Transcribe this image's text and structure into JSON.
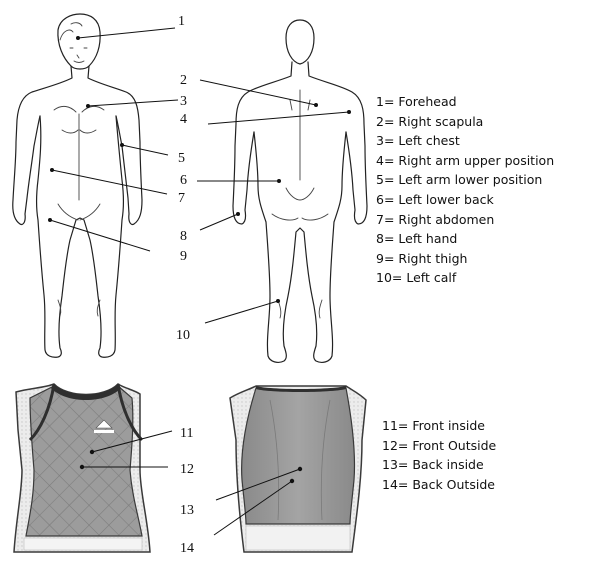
{
  "diagram_labels": {
    "body": [
      "1",
      "2",
      "3",
      "4",
      "5",
      "6",
      "7",
      "8",
      "9",
      "10"
    ],
    "vest": [
      "11",
      "12",
      "13",
      "14"
    ]
  },
  "legend_body": [
    "1= Forehead",
    "2= Right scapula",
    "3= Left chest",
    "4= Right arm upper position",
    "5= Left arm lower position",
    "6= Left lower back",
    "7= Right abdomen",
    "8= Left hand",
    "9= Right thigh",
    "10= Left calf"
  ],
  "legend_vest": [
    "11= Front inside",
    "12= Front Outside",
    "13= Back inside",
    "14= Back Outside"
  ],
  "colors": {
    "vest_fabric": "#9a9a9a",
    "vest_mesh": "#e6e6e6",
    "vest_trim": "#3a3a3a"
  }
}
